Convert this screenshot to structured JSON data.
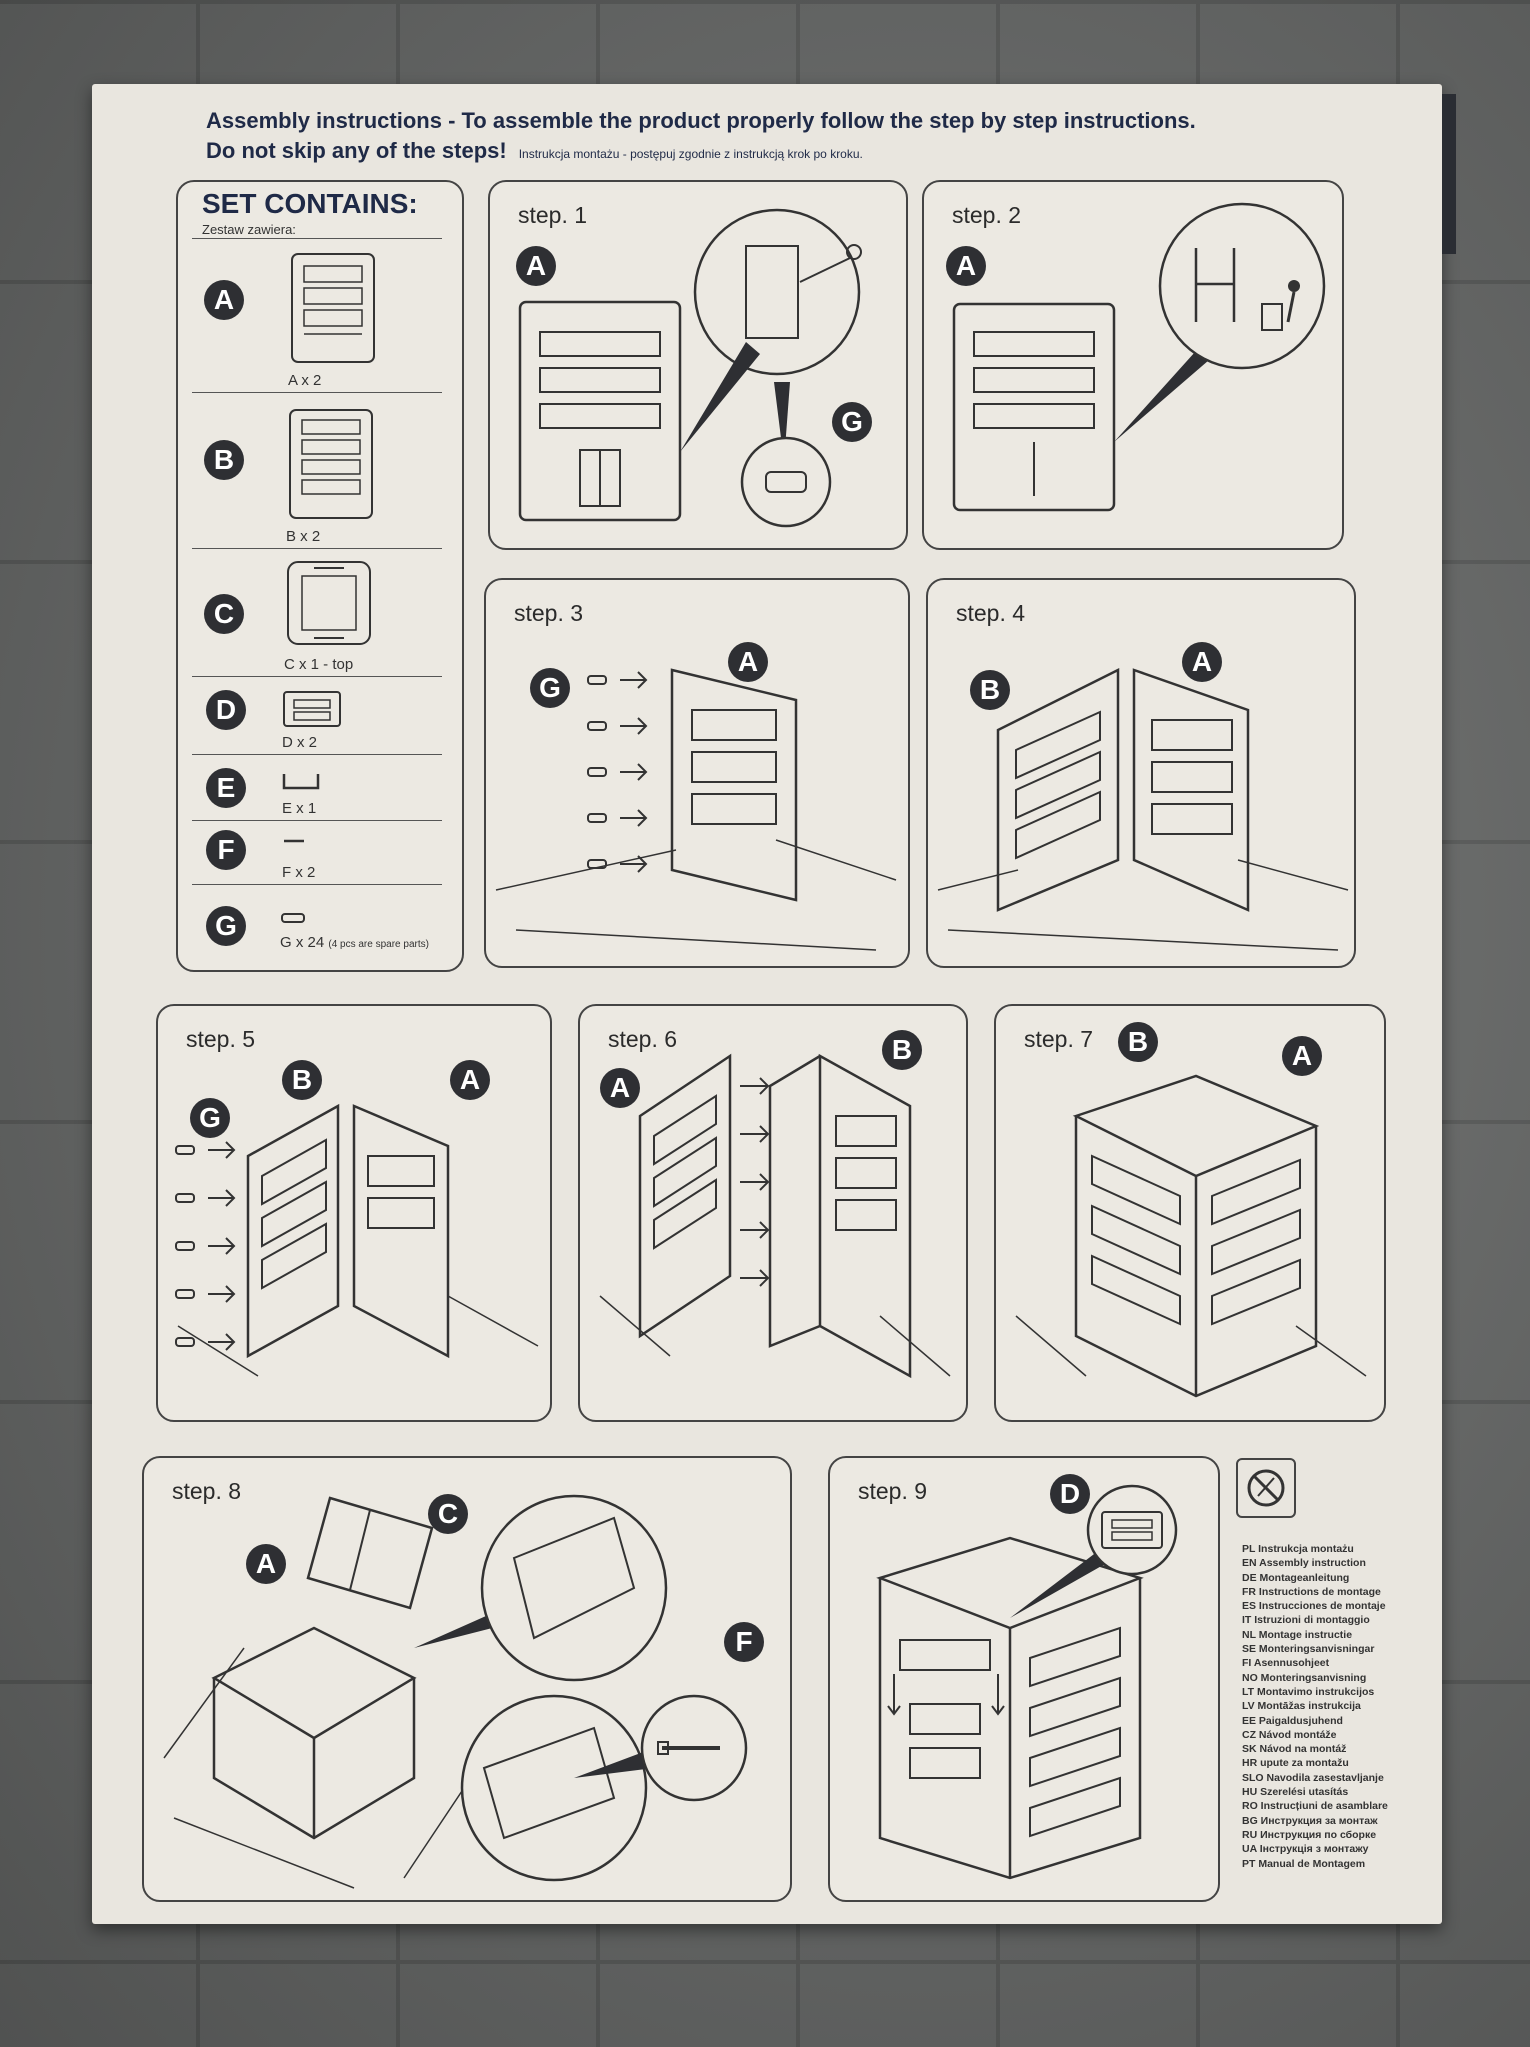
{
  "header": {
    "line1": "Assembly instructions - To assemble the product properly follow the step by step instructions.",
    "line2": "Do not skip any of the steps!",
    "line2_small": "Instrukcja montażu - postępuj zgodnie z instrukcją krok po kroku."
  },
  "set_contains": {
    "title": "SET CONTAINS:",
    "subtitle": "Zestaw zawiera:",
    "items": [
      {
        "letter": "A",
        "qty": "A x 2"
      },
      {
        "letter": "B",
        "qty": "B x 2"
      },
      {
        "letter": "C",
        "qty": "C x 1 - top"
      },
      {
        "letter": "D",
        "qty": "D x 2"
      },
      {
        "letter": "E",
        "qty": "E x 1"
      },
      {
        "letter": "F",
        "qty": "F x 2"
      },
      {
        "letter": "G",
        "qty": "G x 24",
        "note": "(4 pcs are spare parts)"
      }
    ]
  },
  "steps": [
    {
      "label": "step. 1",
      "letters": [
        "A",
        "G"
      ]
    },
    {
      "label": "step. 2",
      "letters": [
        "A"
      ]
    },
    {
      "label": "step. 3",
      "letters": [
        "G",
        "A"
      ]
    },
    {
      "label": "step. 4",
      "letters": [
        "B",
        "A"
      ]
    },
    {
      "label": "step. 5",
      "letters": [
        "G",
        "B",
        "A"
      ]
    },
    {
      "label": "step. 6",
      "letters": [
        "A",
        "B"
      ]
    },
    {
      "label": "step. 7",
      "letters": [
        "B",
        "A"
      ]
    },
    {
      "label": "step. 8",
      "letters": [
        "A",
        "C",
        "F"
      ]
    },
    {
      "label": "step. 9",
      "letters": [
        "D"
      ]
    }
  ],
  "languages": [
    "PL Instrukcja montażu",
    "EN Assembly instruction",
    "DE Montageanleitung",
    "FR Instructions de montage",
    "ES Instrucciones de montaje",
    "IT Istruzioni di montaggio",
    "NL Montage instructie",
    "SE Monteringsanvisningar",
    "FI Asennusohjeet",
    "NO Monteringsanvisning",
    "LT Montavimo instrukcijos",
    "LV Montāžas instrukcija",
    "EE Paigaldusjuhend",
    "CZ Návod montáže",
    "SK Návod na montáž",
    "HR upute za montažu",
    "SLO Navodila zasestavljanje",
    "HU Szerelési utasítás",
    "RO Instrucțiuni de asamblare",
    "BG Инструкция за монтаж",
    "RU Инструкция по сборке",
    "UA Інструкція з монтажу",
    "PT Manual de Montagem"
  ]
}
